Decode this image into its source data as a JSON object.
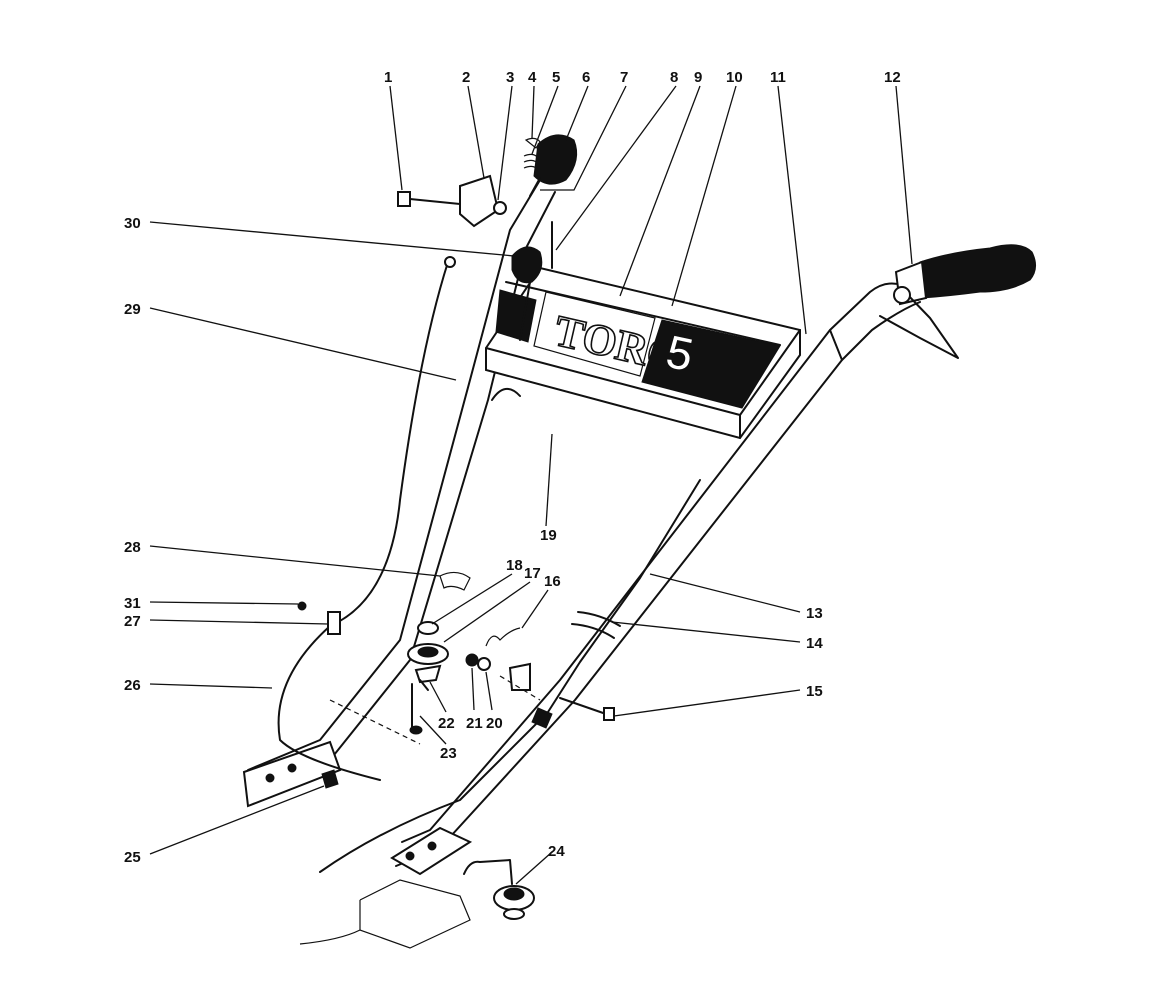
{
  "panel": {
    "brand_text": "TORO",
    "model_text": "5"
  },
  "callouts": [
    {
      "id": "1",
      "label": "1"
    },
    {
      "id": "2",
      "label": "2"
    },
    {
      "id": "3",
      "label": "3"
    },
    {
      "id": "4",
      "label": "4"
    },
    {
      "id": "5",
      "label": "5"
    },
    {
      "id": "6",
      "label": "6"
    },
    {
      "id": "7",
      "label": "7"
    },
    {
      "id": "8",
      "label": "8"
    },
    {
      "id": "9",
      "label": "9"
    },
    {
      "id": "10",
      "label": "10"
    },
    {
      "id": "11",
      "label": "11"
    },
    {
      "id": "12",
      "label": "12"
    },
    {
      "id": "13",
      "label": "13"
    },
    {
      "id": "14",
      "label": "14"
    },
    {
      "id": "15",
      "label": "15"
    },
    {
      "id": "16",
      "label": "16"
    },
    {
      "id": "17",
      "label": "17"
    },
    {
      "id": "18",
      "label": "18"
    },
    {
      "id": "19",
      "label": "19"
    },
    {
      "id": "20",
      "label": "20"
    },
    {
      "id": "21",
      "label": "21"
    },
    {
      "id": "22",
      "label": "22"
    },
    {
      "id": "23",
      "label": "23"
    },
    {
      "id": "24",
      "label": "24"
    },
    {
      "id": "25",
      "label": "25"
    },
    {
      "id": "26",
      "label": "26"
    },
    {
      "id": "27",
      "label": "27"
    },
    {
      "id": "28",
      "label": "28"
    },
    {
      "id": "29",
      "label": "29"
    },
    {
      "id": "30",
      "label": "30"
    },
    {
      "id": "31",
      "label": "31"
    }
  ]
}
